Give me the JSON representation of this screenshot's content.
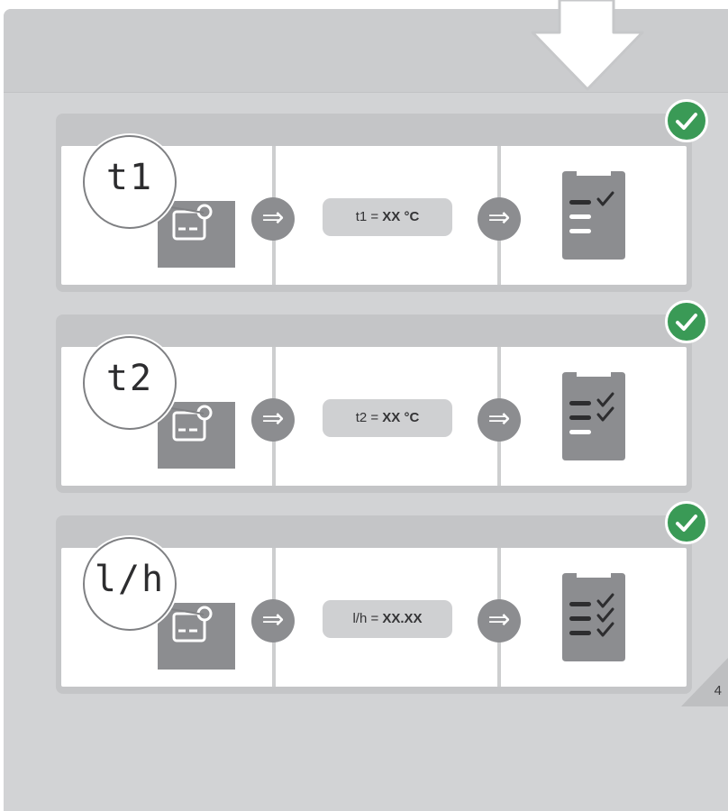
{
  "page": {
    "number": "4"
  },
  "steps": [
    {
      "display_label": "t1",
      "reading_prefix": "t1 = ",
      "reading_value": "XX °C",
      "clipboard_checks": 1,
      "status": "completed"
    },
    {
      "display_label": "t2",
      "reading_prefix": "t2 = ",
      "reading_value": "XX °C",
      "clipboard_checks": 2,
      "status": "completed"
    },
    {
      "display_label": "l/h",
      "reading_prefix": "l/h = ",
      "reading_value": "XX.XX",
      "clipboard_checks": 3,
      "status": "completed"
    }
  ],
  "colors": {
    "panel": "#d2d3d5",
    "card_frame": "#c4c5c7",
    "device_grey": "#8c8d90",
    "clipboard_grey": "#8c8d90",
    "check_green": "#3a9a56",
    "arrow_white": "#ffffff"
  },
  "icons": {
    "top_arrow": "down-arrow-icon",
    "badge": "checkmark-icon",
    "flow": "right-double-arrow-icon",
    "device": "meter-display-icon",
    "record": "clipboard-checklist-icon"
  }
}
